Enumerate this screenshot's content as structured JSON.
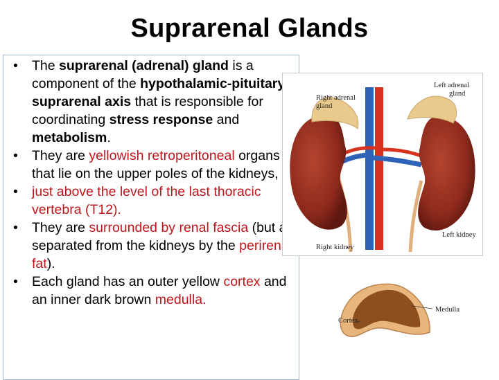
{
  "slide": {
    "title": "Suprarenal Glands",
    "bullets": [
      {
        "parts": [
          {
            "text": "The ",
            "style": "plain"
          },
          {
            "text": "suprarenal (adrenal) gland",
            "style": "bold"
          },
          {
            "text": " is a component of the ",
            "style": "plain"
          },
          {
            "text": "hypothalamic-pituitary-suprarenal  axis",
            "style": "bold"
          },
          {
            "text": " that is responsible for coordinating ",
            "style": "plain"
          },
          {
            "text": "stress response",
            "style": "bold"
          },
          {
            "text": " and ",
            "style": "plain"
          },
          {
            "text": "metabolism",
            "style": "bold"
          },
          {
            "text": ".",
            "style": "plain"
          }
        ]
      },
      {
        "parts": [
          {
            "text": "They are ",
            "style": "plain"
          },
          {
            "text": "yellowish retroperitoneal",
            "style": "red"
          },
          {
            "text": " organs that lie on the upper poles of the kidneys,",
            "style": "plain"
          }
        ]
      },
      {
        "parts": [
          {
            "text": "just above the level of  the last thoracic vertebra (T12).",
            "style": "red"
          }
        ]
      },
      {
        "parts": [
          {
            "text": "They are ",
            "style": "plain"
          },
          {
            "text": "surrounded by renal fascia",
            "style": "red"
          },
          {
            "text": " (but are separated from the kidneys by the ",
            "style": "plain"
          },
          {
            "text": "perirenal fat",
            "style": "red"
          },
          {
            "text": ").",
            "style": "plain"
          }
        ]
      },
      {
        "parts": [
          {
            "text": "Each gland has an outer yellow ",
            "style": "plain"
          },
          {
            "text": "cortex",
            "style": "red"
          },
          {
            "text": " and an inner dark brown ",
            "style": "plain"
          },
          {
            "text": "medulla.",
            "style": "red"
          }
        ]
      }
    ]
  },
  "kidney_figure": {
    "label_right_adrenal": [
      "Right adrenal",
      "gland"
    ],
    "label_left_adrenal": [
      "Left adrenal",
      "gland"
    ],
    "label_right_kidney": "Right kidney",
    "label_left_kidney": "Left kidney"
  },
  "section_figure": {
    "label_cortex": "Cortex",
    "label_medulla": "Medulla"
  },
  "colors": {
    "accent_red": "#c0161b",
    "frame_blue": "#9db7d5",
    "kidney": "#8e2a1c",
    "adrenal_yellow": "#e9c98c",
    "artery": "#d8331f",
    "vein": "#2f63b8"
  }
}
